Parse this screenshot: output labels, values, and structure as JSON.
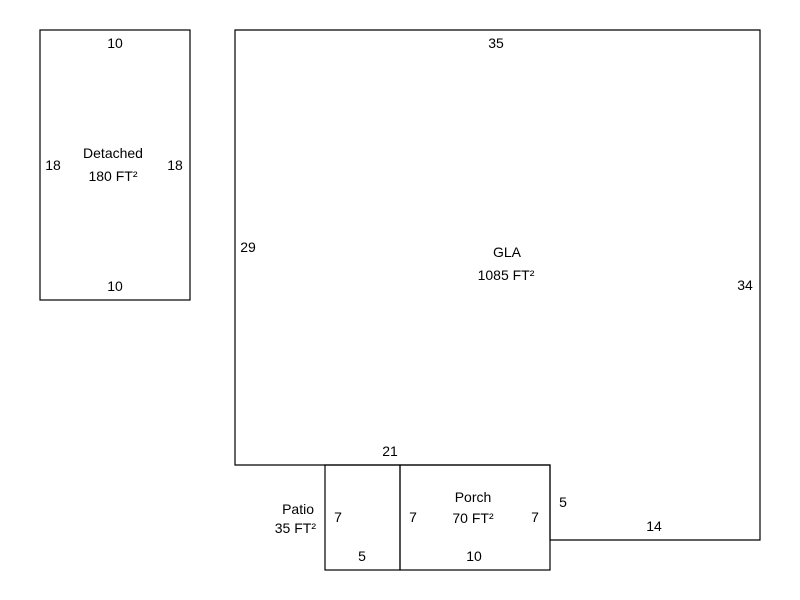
{
  "areas": {
    "detached": {
      "name": "Detached",
      "area": "180 FT²",
      "dims": {
        "top": "10",
        "bottom": "10",
        "left": "18",
        "right": "18"
      }
    },
    "gla": {
      "name": "GLA",
      "area": "1085 FT²",
      "dims": {
        "top": "35",
        "left": "29",
        "right": "34",
        "bottom_left": "21",
        "bottom_right": "14",
        "step": "5"
      }
    },
    "patio": {
      "name": "Patio",
      "area": "35 FT²",
      "dims": {
        "left": "7",
        "bottom": "5"
      }
    },
    "porch": {
      "name": "Porch",
      "area": "70 FT²",
      "dims": {
        "left": "7",
        "right": "7",
        "bottom": "10"
      }
    }
  }
}
